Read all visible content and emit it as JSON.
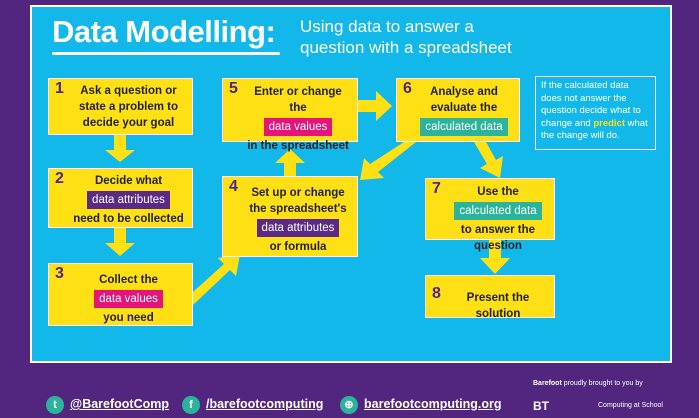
{
  "header": {
    "title": "Data Modelling:",
    "subtitle_line1": "Using data to answer a",
    "subtitle_line2": "question with a spreadsheet"
  },
  "steps": [
    {
      "num": "1",
      "text": "Ask a question or state a problem to decide your goal"
    },
    {
      "num": "2",
      "before": "Decide what",
      "tag": "data attributes",
      "after": "need to be collected"
    },
    {
      "num": "3",
      "before": "Collect the",
      "tag": "data values",
      "after": "you need"
    },
    {
      "num": "4",
      "before": "Set up or change the spreadsheet's",
      "tag": "data attributes",
      "after": "or formula"
    },
    {
      "num": "5",
      "before": "Enter or change the",
      "tag": "data values",
      "after": "in the spreadsheet"
    },
    {
      "num": "6",
      "before": "Analyse and evaluate the",
      "tag": "calculated data"
    },
    {
      "num": "7",
      "before": "Use the",
      "tag": "calculated data",
      "after": "to answer the question"
    },
    {
      "num": "8",
      "text": "Present the solution"
    }
  ],
  "note": {
    "part1": "If the calculated data does not answer the question decide what to change and",
    "highlight": "predict",
    "part2": "what the change will do."
  },
  "footer": {
    "twitter": "@BarefootComp",
    "facebook": "/barefootcomputing",
    "website": "barefootcomputing.org",
    "brought_bold": "Barefoot",
    "brought": "proudly brought to you by",
    "bt": "BT",
    "cas": "Computing at School"
  },
  "colors": {
    "background": "#52267f",
    "panel": "#12b8ea",
    "box": "#ffe014",
    "data_values": "#e4147a",
    "data_attributes": "#5b2a86",
    "calculated_data": "#2bb39b"
  }
}
